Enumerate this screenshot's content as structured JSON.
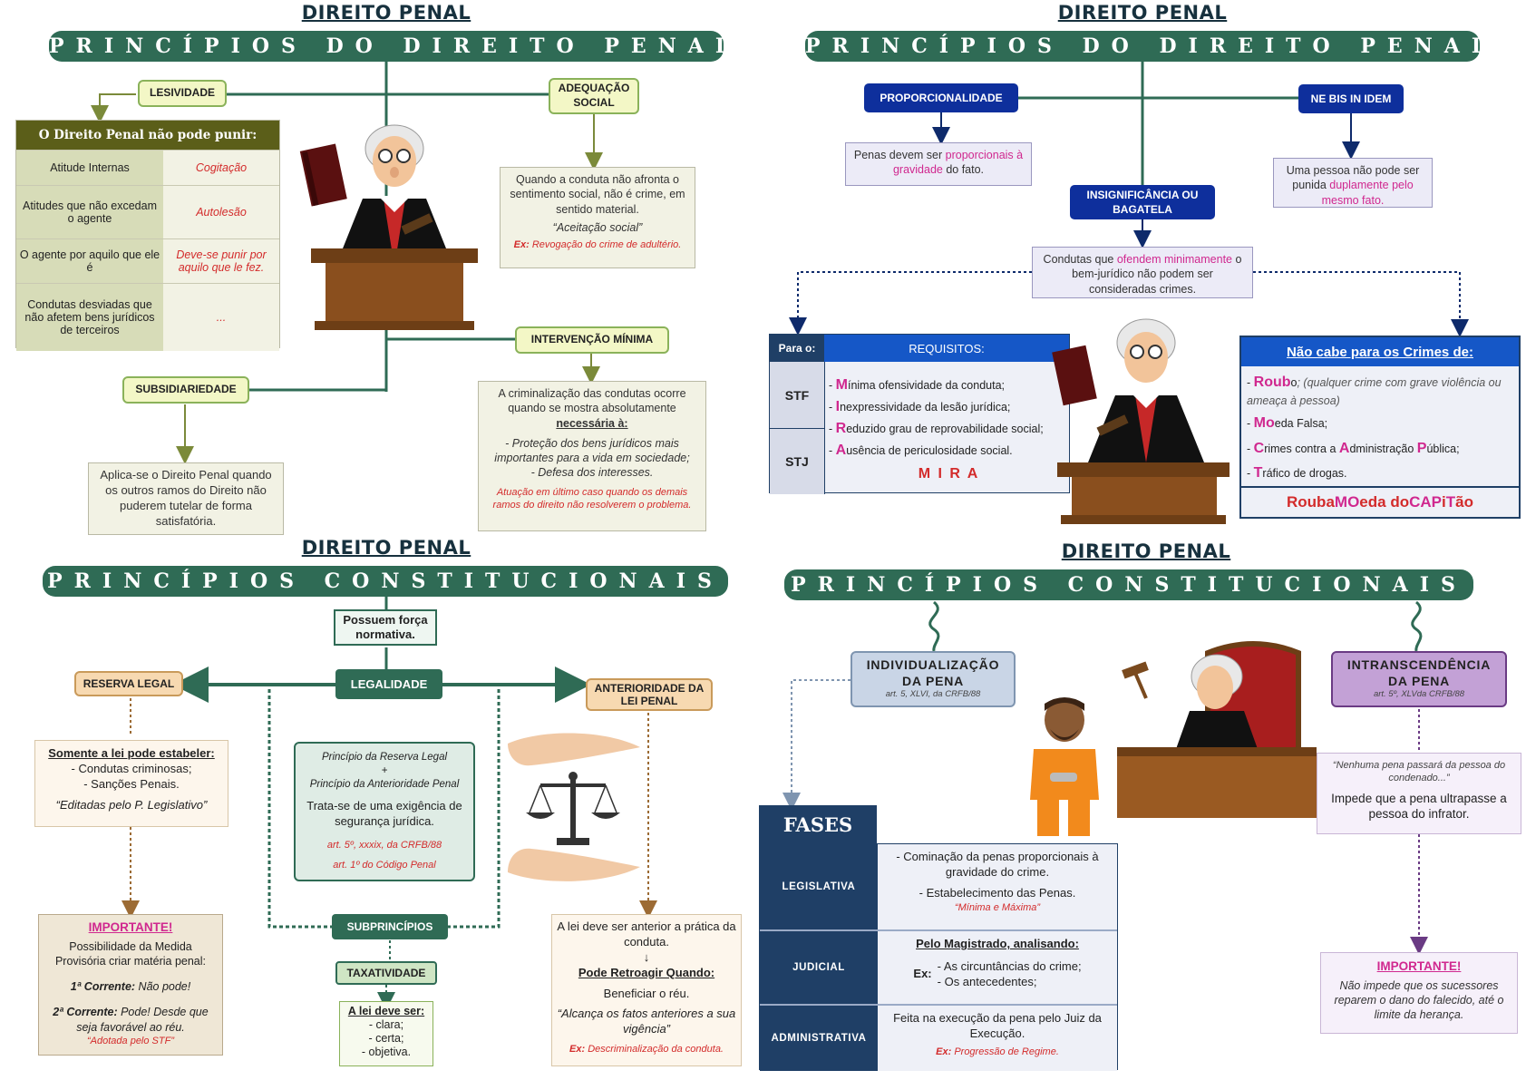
{
  "q1": {
    "header": "DIREITO PENAL",
    "band": "PRINCÍPIOS DO DIREITO PENAL",
    "lesividade": "LESIVIDADE",
    "adequacao": "ADEQUAÇÃO SOCIAL",
    "table_title": "O Direito Penal não pode punir:",
    "table_rows": [
      {
        "left": "Atitude Internas",
        "right": "Cogitação"
      },
      {
        "left": "Atitudes que não excedam o agente",
        "right": "Autolesão"
      },
      {
        "left": "O agente por aquilo que ele é",
        "right": "Deve-se punir por aquilo que le fez."
      },
      {
        "left": "Condutas desviadas que não afetem bens jurídicos de terceiros",
        "right": "..."
      }
    ],
    "adequacao_text": "Quando a conduta não afronta o sentimento social, não é crime, em sentido material.",
    "adequacao_quote": "“Aceitação social”",
    "adequacao_ex_label": "Ex:",
    "adequacao_ex": "Revogação do crime de adultério.",
    "intervencao": "INTERVENÇÃO MÍNIMA",
    "intervencao_text": "A criminalização das condutas ocorre quando se mostra absolutamente",
    "intervencao_strong": "necessária à:",
    "intervencao_item1": "- Proteção dos bens jurídicos mais importantes para a vida em sociedade;",
    "intervencao_item2": "- Defesa dos interesses.",
    "intervencao_note": "Atuação em último caso quando os demais ramos do direito não resolverem o problema.",
    "subsidiariedade": "SUBSIDIARIEDADE",
    "subsidiariedade_text": "Aplica-se o Direito Penal quando os outros ramos do Direito não puderem tutelar de forma satisfatória."
  },
  "q2": {
    "header": "DIREITO PENAL",
    "band": "PRINCÍPIOS DO DIREITO PENAL",
    "proporcionalidade": "PROPORCIONALIDADE",
    "prop_text_a": "Penas devem ser ",
    "prop_text_b": "proporcionais à gravidade",
    "prop_text_c": " do fato.",
    "ne_bis": "NE BIS IN IDEM",
    "ne_bis_text_a": "Uma pessoa não pode ser punida ",
    "ne_bis_text_b": "duplamente pelo mesmo fato.",
    "insignificancia": "INSIGNIFICÂNCIA OU BAGATELA",
    "insig_text_a": "Condutas que ",
    "insig_text_b": "ofendem minimamente",
    "insig_text_c": " o bem-jurídico não podem ser consideradas crimes.",
    "para_o": "Para o:",
    "requisitos": "REQUISITOS:",
    "stf": "STF",
    "stj": "STJ",
    "req1_a": "M",
    "req1_b": "ínima ofensividade da conduta;",
    "req2_a": "I",
    "req2_b": "nexpressividade da lesão jurídica;",
    "req3_a": "R",
    "req3_b": "eduzido grau de reprovabilidade social;",
    "req4_a": "A",
    "req4_b": "usência de periculosidade social.",
    "mira": "M I R A",
    "nao_cabe": "Não cabe para os Crimes de:",
    "nc1_a": "Roub",
    "nc1_b": "o",
    "nc1_c": "; (qualquer crime com grave violência ou ameaça à pessoa)",
    "nc2_a": "Mo",
    "nc2_b": "eda Falsa;",
    "nc3_a": "C",
    "nc3_b": "rimes contra a ",
    "nc3_c": "A",
    "nc3_d": "dministração ",
    "nc3_e": "P",
    "nc3_f": "ública;",
    "nc4_a": "T",
    "nc4_b": "ráfico de drogas.",
    "mnemonic_a": "Rouba ",
    "mnemonic_b": "MO",
    "mnemonic_c": "eda do ",
    "mnemonic_d": "CAP",
    "mnemonic_e": "i",
    "mnemonic_f": "T",
    "mnemonic_g": "ão"
  },
  "q3": {
    "header": "DIREITO PENAL",
    "band": "PRINCÍPIOS CONSTITUCIONAIS",
    "forca": "Possuem força normativa.",
    "legalidade": "LEGALIDADE",
    "reserva": "RESERVA LEGAL",
    "anterioridade": "ANTERIORIDADE DA LEI PENAL",
    "reserva_title": "Somente a lei pode estabeler:",
    "reserva_item1": "- Condutas criminosas;",
    "reserva_item2": "- Sanções Penais.",
    "reserva_quote": "“Editadas pelo P. Legislativo”",
    "center_line1": "Princípio da Reserva Legal",
    "center_plus": "+",
    "center_line2": "Princípio da Anterioridade Penal",
    "center_text": "Trata-se de uma exigência de segurança jurídica.",
    "center_ref1": "art. 5º, xxxix, da CRFB/88",
    "center_ref2": "art. 1º do Código Penal",
    "importante": "IMPORTANTE!",
    "imp_text": "Possibilidade da Medida Provisória criar matéria penal:",
    "imp_c1_a": "1ª Corrente:",
    "imp_c1_b": " Não pode!",
    "imp_c2_a": "2ª Corrente:",
    "imp_c2_b": " Pode! Desde que seja favorável ao réu.",
    "imp_stf": "“Adotada pelo STF”",
    "subprincipios": "SUBPRINCÍPIOS",
    "taxatividade": "TAXATIVIDADE",
    "tax_title": "A lei deve ser:",
    "tax_items": [
      "- clara;",
      "- certa;",
      "- objetiva."
    ],
    "ant_text": "A lei deve ser anterior a prática da conduta.",
    "ant_arrow": "↓",
    "ant_title": "Pode Retroagir Quando:",
    "ant_text2": "Beneficiar o réu.",
    "ant_quote": "“Alcança os fatos anteriores a sua vigência”",
    "ant_ex_label": "Ex:",
    "ant_ex": "Descriminalização da conduta."
  },
  "q4": {
    "header": "DIREITO PENAL",
    "band": "PRINCÍPIOS CONSTITUCIONAIS",
    "indiv_title": "INDIVIDUALIZAÇÃO DA PENA",
    "indiv_ref": "art. 5, XLVI, da CRFB/88",
    "intrans_title": "INTRANSCENDÊNCIA DA PENA",
    "intrans_ref": "art. 5º, XLVda CRFB/88",
    "intrans_quote": "“Nenhuma pena passará da pessoa do condenado...”",
    "intrans_text": "Impede que a pena ultrapasse a pessoa do infrator.",
    "importante": "IMPORTANTE!",
    "imp_text": "Não impede que os sucessores reparem o dano do falecido, até o limite da herança.",
    "fases": "FASES",
    "phases": [
      {
        "name": "LEGISLATIVA",
        "l1": "- Cominação da penas proporcionais à gravidade do crime.",
        "l2": "- Estabelecimento das Penas.",
        "l3": "“Mínima e Máxima”"
      },
      {
        "name": "JUDICIAL",
        "l1": "Pelo Magistrado, analisando:",
        "l2": "- As circuntâncias do crime;",
        "l3": "- Os antecedentes;",
        "ex": "Ex:"
      },
      {
        "name": "ADMINISTRATIVA",
        "l1": "Feita na execução da pena pelo Juiz da Execução.",
        "ex": "Ex:",
        "l2": "Progressão de Regime."
      }
    ]
  }
}
